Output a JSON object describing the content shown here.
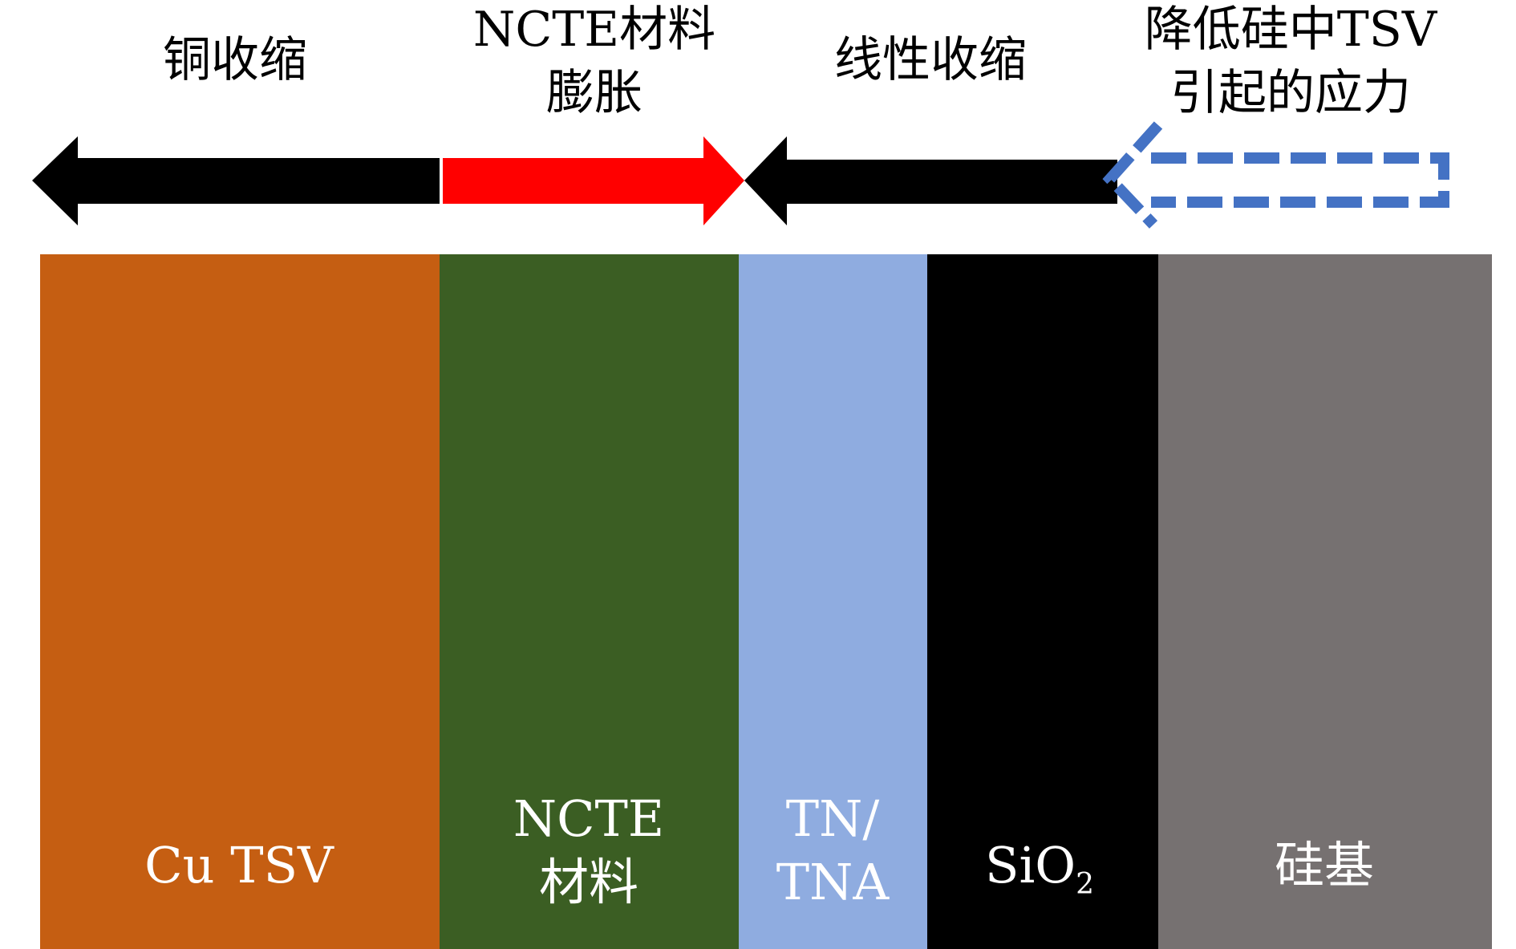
{
  "colors": {
    "cu": "#C55E12",
    "ncte": "#3B5E23",
    "tn": "#8FACE0",
    "sio2": "#000000",
    "si": "#767171",
    "expansion_arrow": "#FF0000",
    "shrink_arrow": "#000000",
    "stress_arrow": "#4472C4"
  },
  "top_labels": {
    "cu_shrink": "铜收缩",
    "ncte_expand_line1": "NCTE材料",
    "ncte_expand_line2": "膨胀",
    "linear_shrink": "线性收缩",
    "stress_line1": "降低硅中TSV",
    "stress_line2": "引起的应力"
  },
  "layers": {
    "cu": "Cu TSV",
    "ncte_line1": "NCTE",
    "ncte_line2": "材料",
    "tn_line1": "TN/",
    "tn_line2": "TNA",
    "sio2_main": "SiO",
    "sio2_sub": "2",
    "si": "硅基"
  }
}
